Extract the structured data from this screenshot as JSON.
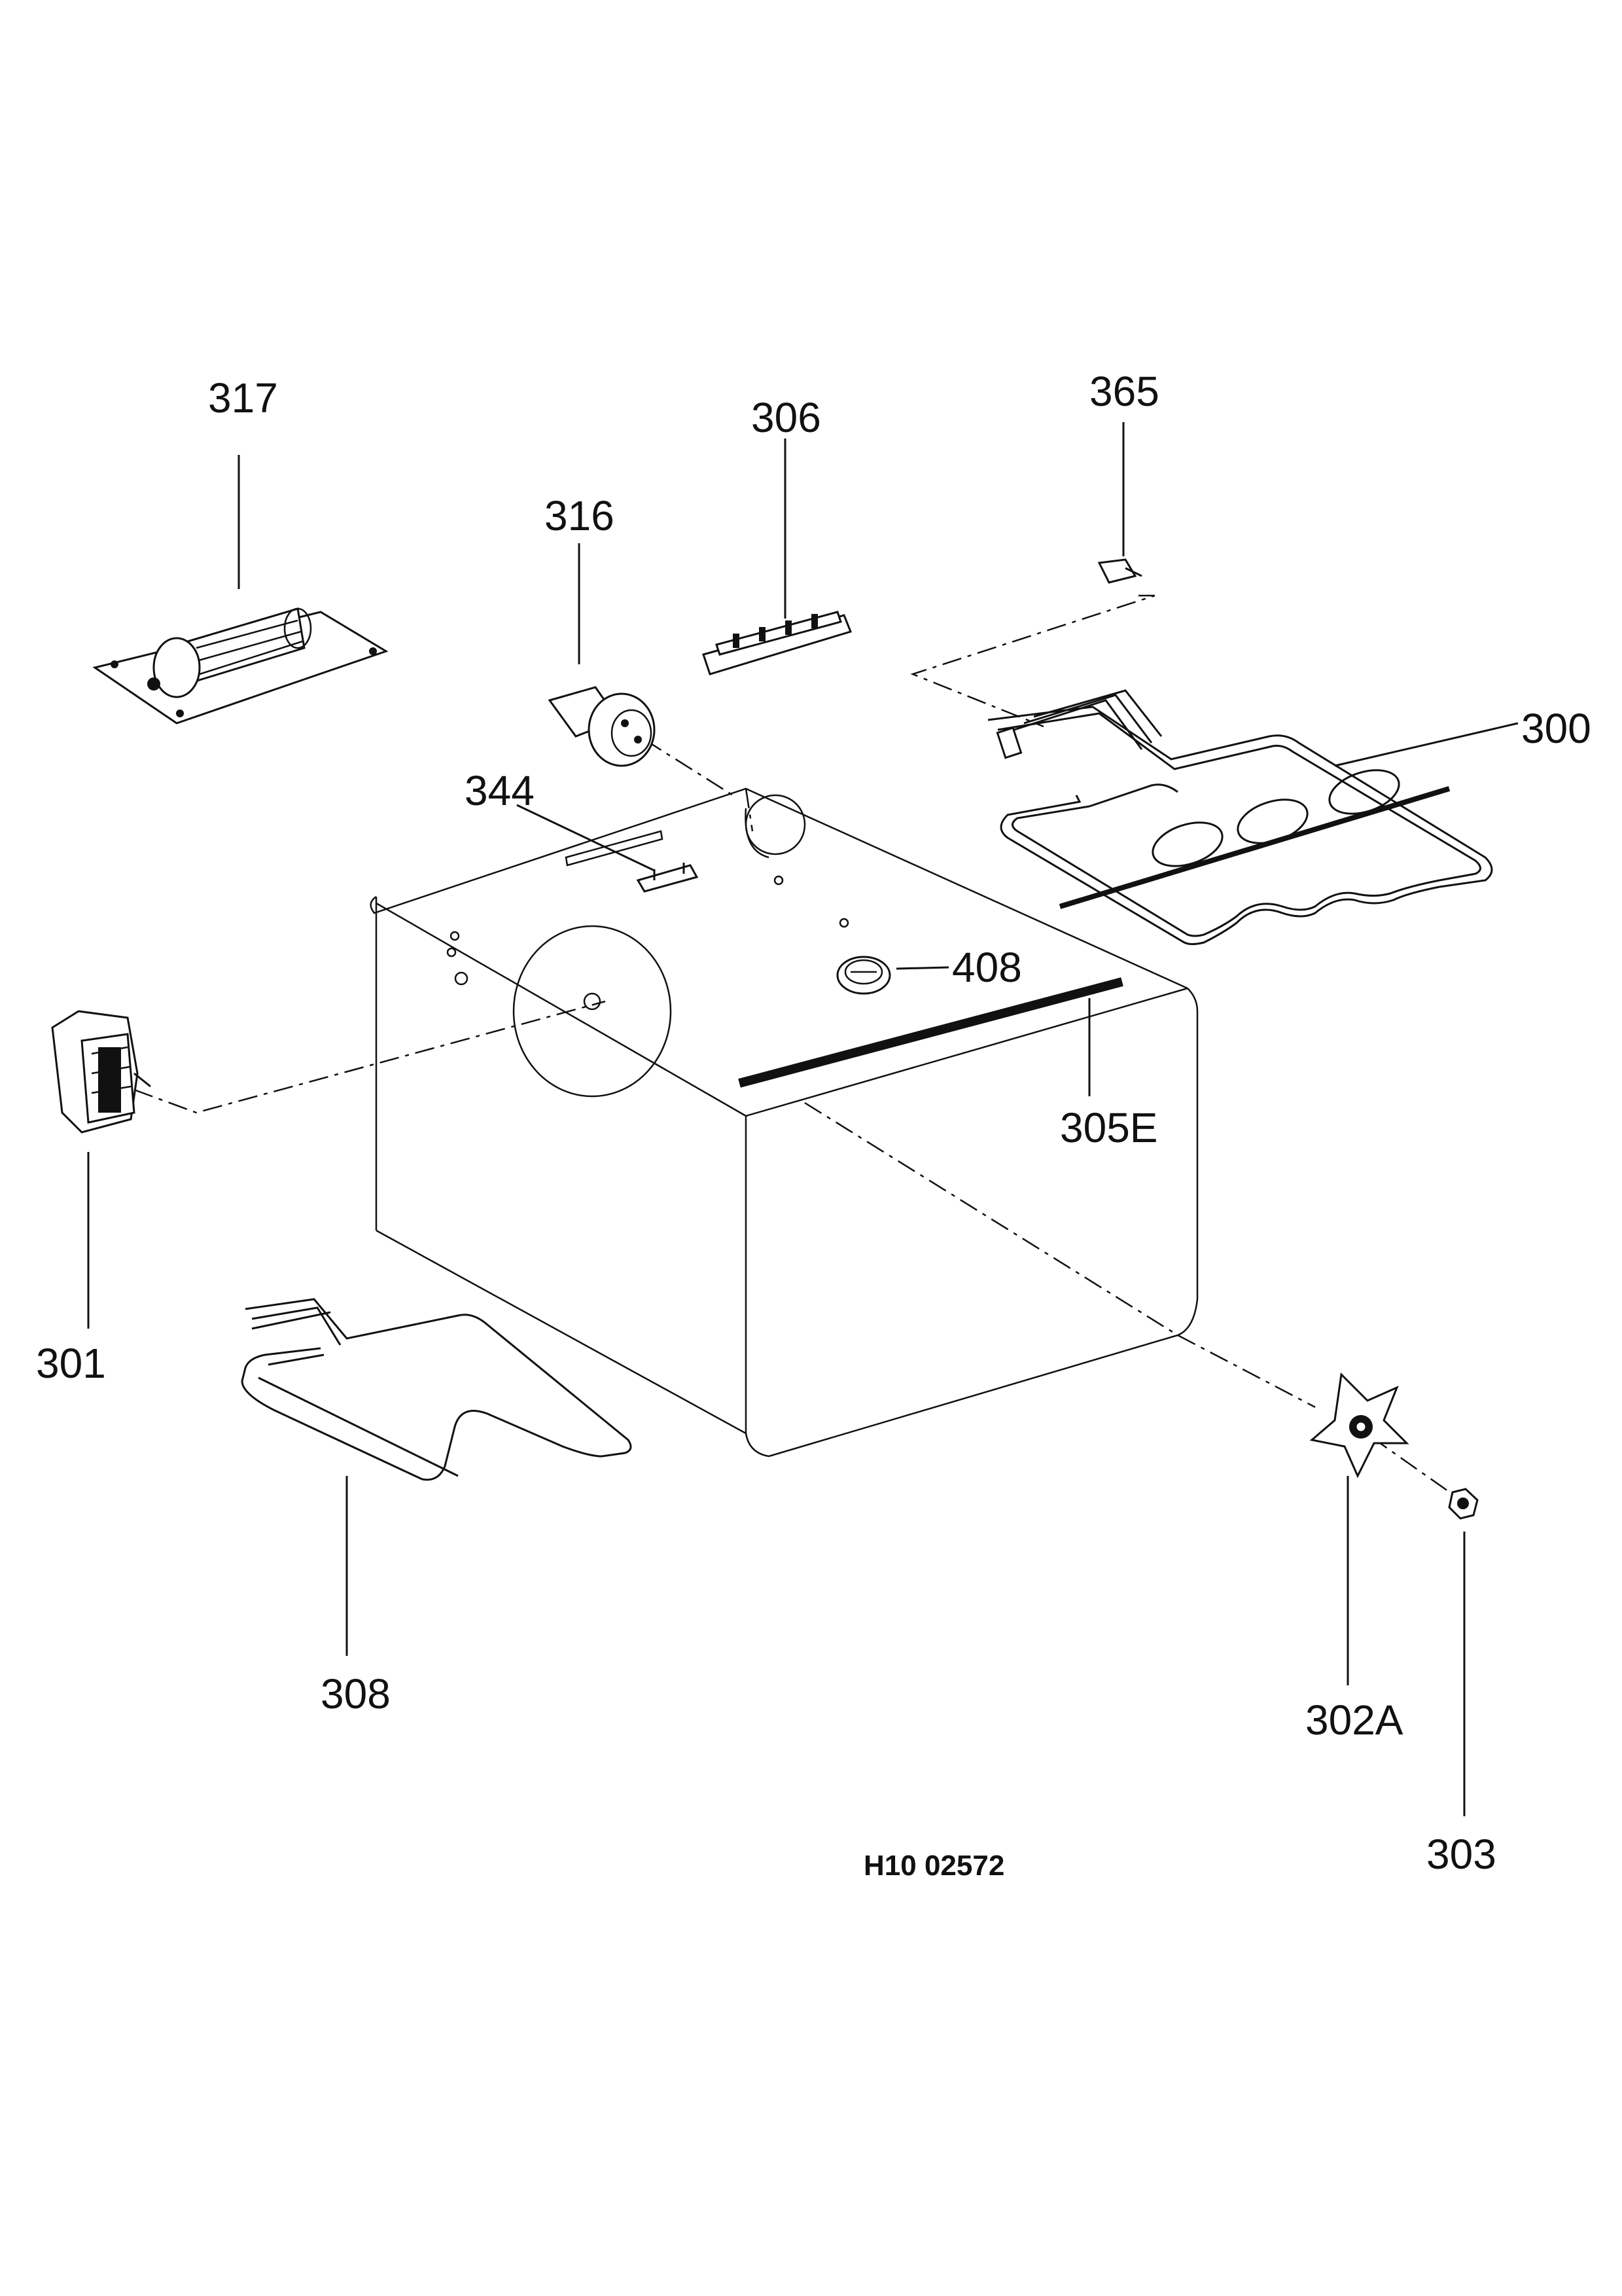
{
  "drawing_code": "H10 02572",
  "parts": [
    {
      "key": "p317",
      "label": "317"
    },
    {
      "key": "p306",
      "label": "306"
    },
    {
      "key": "p365",
      "label": "365"
    },
    {
      "key": "p316",
      "label": "316"
    },
    {
      "key": "p300",
      "label": "300"
    },
    {
      "key": "p344",
      "label": "344"
    },
    {
      "key": "p408",
      "label": "408"
    },
    {
      "key": "p305e",
      "label": "305E"
    },
    {
      "key": "p301",
      "label": "301"
    },
    {
      "key": "p308",
      "label": "308"
    },
    {
      "key": "p302a",
      "label": "302A"
    },
    {
      "key": "p303",
      "label": "303"
    }
  ]
}
